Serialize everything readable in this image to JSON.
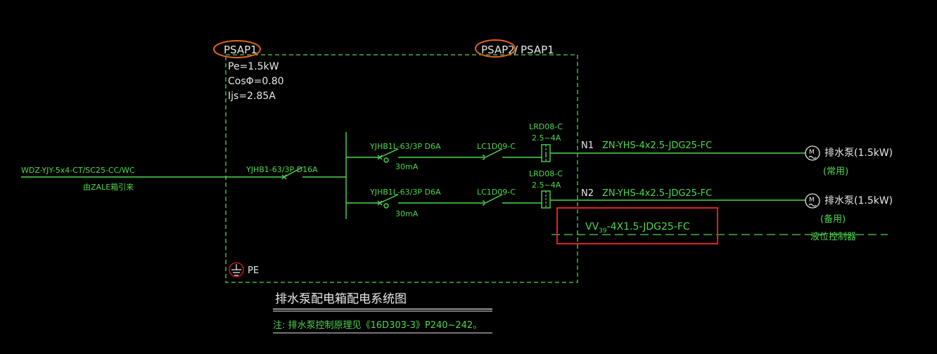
{
  "panel": {
    "id_left": "PSAP1",
    "id_right_a": "PSAP2",
    "id_right_sep": "/",
    "id_right_b": "PSAP1",
    "pe": "Pe=1.5kW",
    "cos": "CosΦ=0.80",
    "ijs": "Ijs=2.85A",
    "pe_label": "PE"
  },
  "incoming": {
    "cable": "WDZ-YJY-5x4-CT/SC25-CC/WC",
    "source": "由ZALE箱引来",
    "main_breaker": "YJHB1-63/3P D16A"
  },
  "circuits": [
    {
      "breaker": "YJHB1L-63/3P D6A",
      "leakage": "30mA",
      "contactor": "LC1D09-C",
      "relay": "LRD08-C",
      "relay_range": "2.5~4A",
      "line": "N1",
      "cable": "ZN-YHS-4x2.5-JDG25-FC",
      "load": "排水泵(1.5kW)",
      "note": "(常用)"
    },
    {
      "breaker": "YJHB1L-63/3P D6A",
      "leakage": "30mA",
      "contactor": "LC1D09-C",
      "relay": "LRD08-C",
      "relay_range": "2.5~4A",
      "line": "N2",
      "cable": "ZN-YHS-4x2.5-JDG25-FC",
      "load": "排水泵(1.5kW)",
      "note": "(备用)"
    }
  ],
  "control": {
    "cable_prefix": "VV",
    "cable_sub": "39",
    "cable_rest": "-4X1.5-JDG25-FC",
    "device": "液位控制器"
  },
  "title": "排水泵配电箱配电系统图",
  "footnote": "注: 排水泵控制原理见《16D303-3》P240~242。",
  "colors": {
    "green": "#4ed84e",
    "white": "#e8e8e8",
    "highlight_orange": "#e0641e",
    "highlight_red": "#e02020"
  }
}
